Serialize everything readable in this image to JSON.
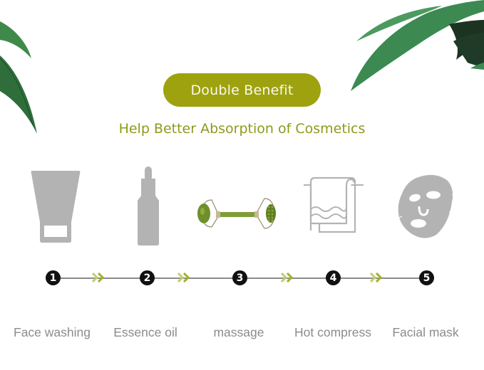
{
  "badge": {
    "label": "Double Benefit",
    "color": "#9ea20f"
  },
  "subtitle": {
    "text": "Help Better Absorption of Cosmetics",
    "color": "#8e9a1a"
  },
  "steps": [
    {
      "number": "1",
      "label": "Face washing",
      "icon": "face-wash-tube-icon"
    },
    {
      "number": "2",
      "label": "Essence oil",
      "icon": "dropper-bottle-icon"
    },
    {
      "number": "3",
      "label": "massage",
      "icon": "jade-roller-icon"
    },
    {
      "number": "4",
      "label": "Hot compress",
      "icon": "towel-icon"
    },
    {
      "number": "5",
      "label": "Facial mask",
      "icon": "face-mask-icon"
    }
  ],
  "colors": {
    "icon_gray": "#b3b3b3",
    "chevron_green": "#a3b02a",
    "jade_green": "#6f8f2a",
    "label_gray": "#8c8c8c"
  }
}
